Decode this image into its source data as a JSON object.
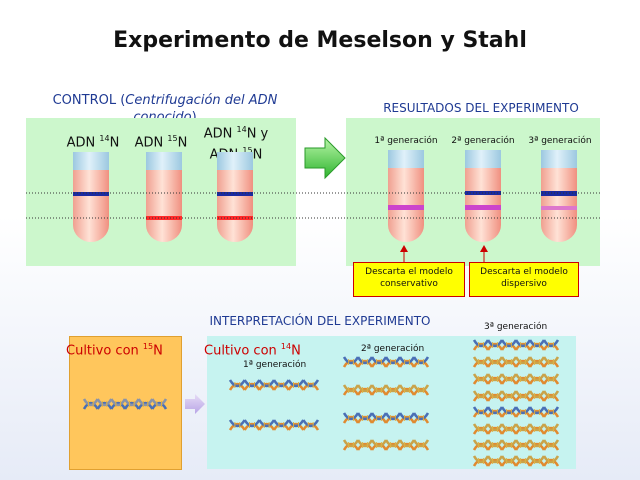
{
  "title": "Experimento de Meselson y Stahl",
  "control": {
    "prefix": "CONTROL (",
    "italic": "Centrifugación del ADN conocido",
    "suffix": ")",
    "tube1": {
      "a": "ADN ",
      "sup": "14",
      "b": "N"
    },
    "tube2": {
      "a": "ADN ",
      "sup": "15",
      "b": "N"
    },
    "tube3": {
      "a": "ADN ",
      "sup": "14",
      "b": "N y",
      "c": "ADN ",
      "sup2": "15",
      "d": "N"
    }
  },
  "results": {
    "heading": "RESULTADOS DEL EXPERIMENTO",
    "gen1": "1ª generación",
    "gen2": "2ª generación",
    "gen3": "3ª generación",
    "note1": "Descarta el modelo conservativo",
    "note2": "Descarta el modelo dispersivo"
  },
  "interpretation": {
    "heading": "INTERPRETACIÓN DEL EXPERIMENTO",
    "culture15": {
      "a": "Cultivo con ",
      "sup": "15",
      "b": "N"
    },
    "culture14": {
      "a": "Cultivo con ",
      "sup": "14",
      "b": "N"
    },
    "gen1": "1ª generación",
    "gen2": "2ª generación",
    "gen3": "3ª generación"
  },
  "colors": {
    "panel_green": "#ccf7cc",
    "light_band": "#1a2aa0",
    "heavy_band": "#ff2a2a",
    "hybrid_band": "#cc44cc",
    "arrow_green": "#33cc33"
  }
}
